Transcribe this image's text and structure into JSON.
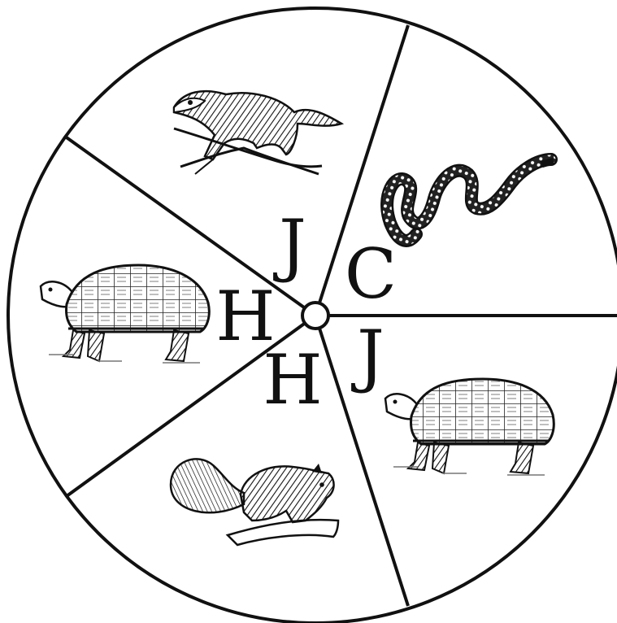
{
  "spinner": {
    "colors": {
      "ink": "#111111",
      "background": "#ffffff"
    },
    "sectors": [
      {
        "letter": "C",
        "animal": "snake"
      },
      {
        "letter": "J",
        "animal": "tortoise"
      },
      {
        "letter": "H",
        "animal": "squirrel"
      },
      {
        "letter": "H",
        "animal": "tortoise"
      },
      {
        "letter": "J",
        "animal": "ferret"
      }
    ]
  }
}
